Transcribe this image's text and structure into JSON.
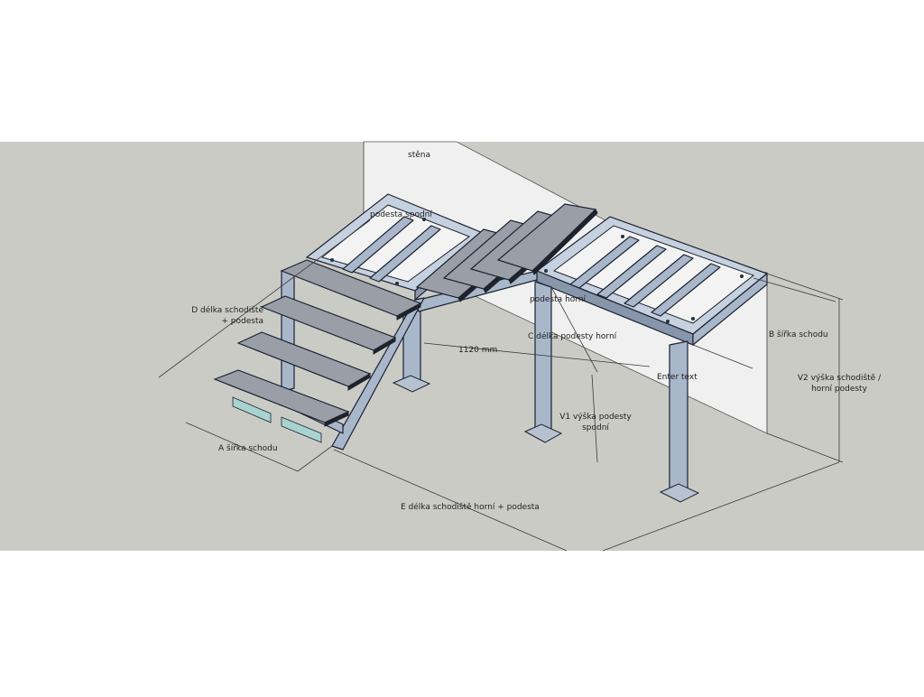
{
  "colors": {
    "page": "#ffffff",
    "viewport_background": "#cbcbc6",
    "wall": "#f0f0f0",
    "steel": "#a9b7cb",
    "tread": "#9a9ea6",
    "glass": "#a8d3cf"
  },
  "labels": {
    "wall": "stěna",
    "lower_landing": "podesta spodní",
    "upper_landing": "podesta horní",
    "d_length_line1": "D délka schodiště",
    "d_length_line2": "+ podesta",
    "c_length": "C délka podesty horní",
    "span": "1120 mm",
    "b_width": "B šířka schodu",
    "enter_text": "Enter text",
    "v2_line1": "V2 výška schodiště /",
    "v2_line2": "horní podesty",
    "v1_line1": "V1 výška podesty",
    "v1_line2": "spodní",
    "a_width": "A šířka schodu",
    "e_length": "E délka schodiště horní + podesta"
  }
}
